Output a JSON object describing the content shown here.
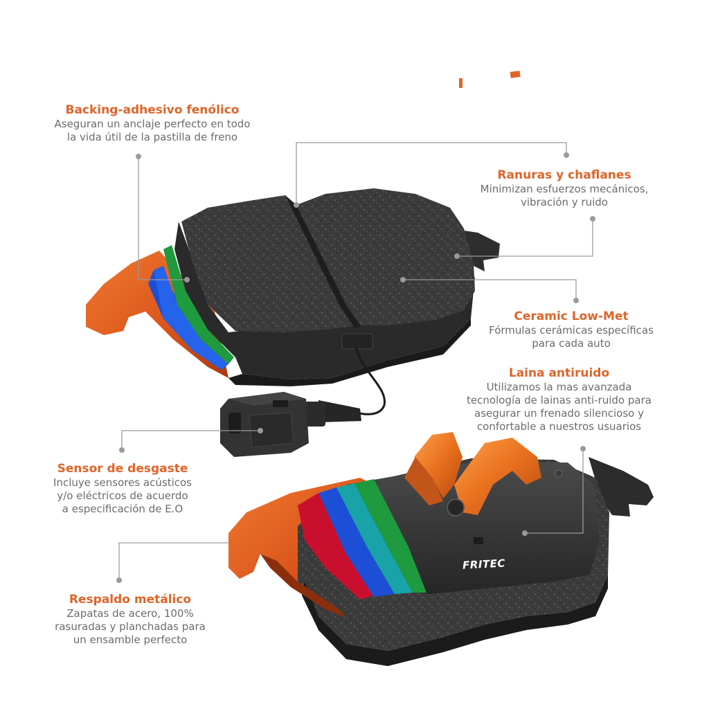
{
  "brand": {
    "logo_text": "FRITEC"
  },
  "colors": {
    "accent": "#e06428",
    "body_text": "#6b6b6b",
    "leader": "#9a9a9a"
  },
  "callouts": {
    "backing": {
      "title": "Backing-adhesivo fenólico",
      "line1": "Aseguran un anclaje perfecto en todo",
      "line2": "la vida útil de la pastilla de freno"
    },
    "ranuras": {
      "title": "Ranuras y chaflanes",
      "line1": "Minimizan esfuerzos mecánicos,",
      "line2": "vibración y ruido"
    },
    "ceramic": {
      "title": "Ceramic Low-Met",
      "line1": "Fórmulas cerámicas específicas",
      "line2": "para cada auto"
    },
    "laina": {
      "title": "Laina antiruido",
      "line1": "Utilizamos la mas avanzada",
      "line2": "tecnología de lainas anti-ruido para",
      "line3": "asegurar un frenado silencioso y",
      "line4": "confortable a nuestros usuarios"
    },
    "sensor": {
      "title": "Sensor de desgaste",
      "line1": "Incluye sensores acústicos",
      "line2": "y/o eléctricos de acuerdo",
      "line3": "a especificación de E.O"
    },
    "respaldo": {
      "title": "Respaldo metálico",
      "line1": "Zapatas de acero, 100%",
      "line2": "rasuradas y planchadas para",
      "line3": "un ensamble perfecto"
    }
  }
}
